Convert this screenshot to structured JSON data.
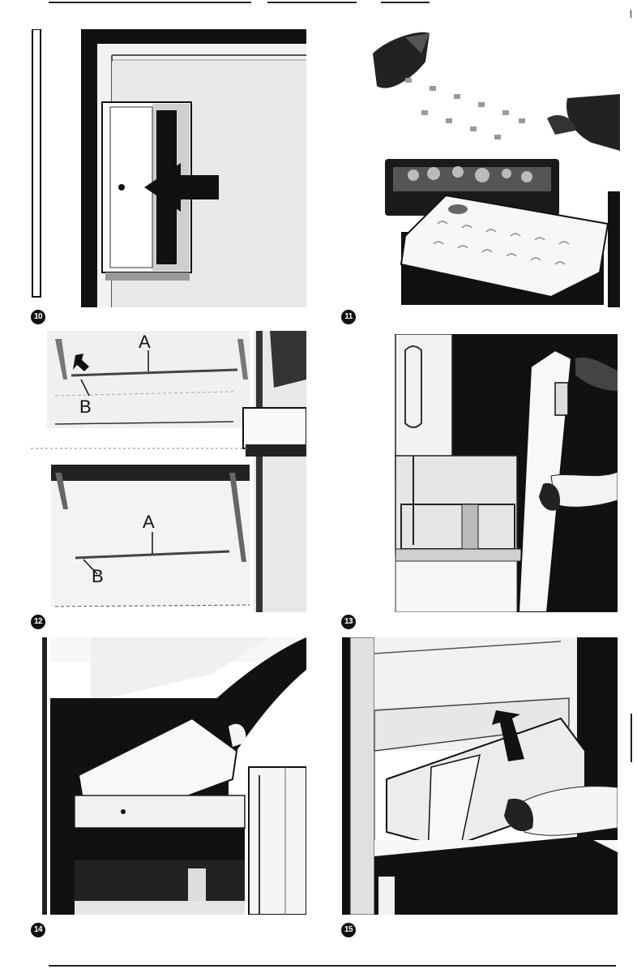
{
  "figures": [
    {
      "number": "10",
      "icon": "figure-number-badge"
    },
    {
      "number": "11",
      "icon": "figure-number-badge"
    },
    {
      "number": "12",
      "icon": "figure-number-badge",
      "labels": {
        "top_a": "A",
        "top_b": "B",
        "bottom_a": "A",
        "bottom_b": "B"
      }
    },
    {
      "number": "13",
      "icon": "figure-number-badge"
    },
    {
      "number": "14",
      "icon": "figure-number-badge"
    },
    {
      "number": "15",
      "icon": "figure-number-badge"
    }
  ],
  "colors": {
    "ink": "#111111",
    "paper": "#ffffff",
    "mid_gray": "#8a8a8a",
    "light_gray": "#d4d4d4"
  }
}
